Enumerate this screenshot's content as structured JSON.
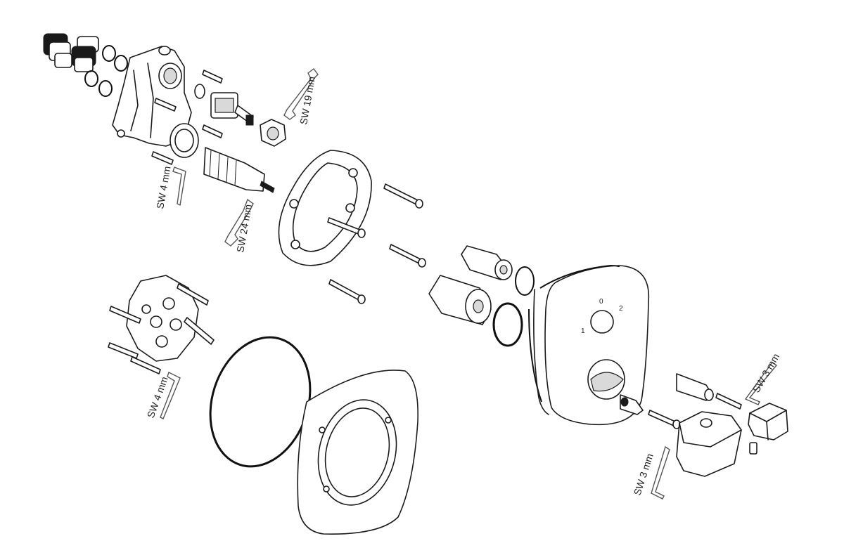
{
  "labels": {
    "sw19": "SW 19 mm",
    "sw24": "SW 24 mm",
    "sw4_top": "SW 4 mm",
    "sw4_bottom": "SW 4 mm",
    "sw3_right": "SW 3 mm",
    "sw3_bottom": "SW 3 mm"
  },
  "cover_plate": {
    "mark_0": "0",
    "mark_1": "1",
    "mark_2": "2"
  },
  "icons": [
    "wrench-icon",
    "hex-key-icon",
    "screw-icon",
    "o-ring-icon"
  ]
}
